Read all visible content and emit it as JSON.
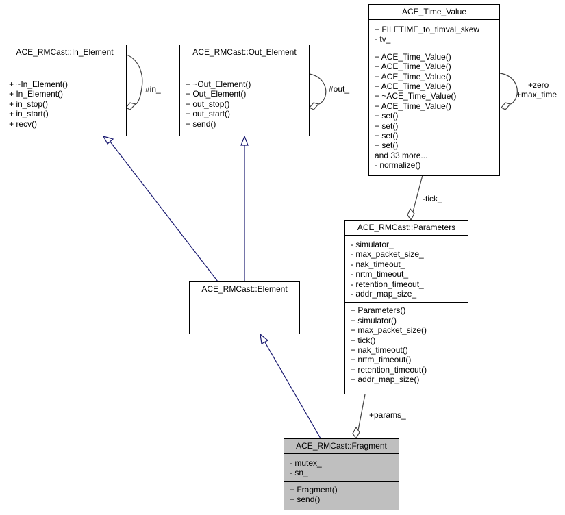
{
  "classes": {
    "in_element": {
      "name": "ACE_RMCast::In_Element",
      "attributes": [],
      "methods": [
        "+ ~In_Element()",
        "+ In_Element()",
        "+ in_stop()",
        "+ in_start()",
        "+ recv()"
      ]
    },
    "out_element": {
      "name": "ACE_RMCast::Out_Element",
      "attributes": [],
      "methods": [
        "+ ~Out_Element()",
        "+ Out_Element()",
        "+ out_stop()",
        "+ out_start()",
        "+ send()"
      ]
    },
    "time_value": {
      "name": "ACE_Time_Value",
      "attributes": [
        "+ FILETIME_to_timval_skew",
        "- tv_"
      ],
      "methods": [
        "+ ACE_Time_Value()",
        "+ ACE_Time_Value()",
        "+ ACE_Time_Value()",
        "+ ACE_Time_Value()",
        "+ ~ACE_Time_Value()",
        "+ ACE_Time_Value()",
        "+ set()",
        "+ set()",
        "+ set()",
        "+ set()",
        "and 33 more...",
        "- normalize()"
      ]
    },
    "parameters": {
      "name": "ACE_RMCast::Parameters",
      "attributes": [
        "- simulator_",
        "- max_packet_size_",
        "- nak_timeout_",
        "- nrtm_timeout_",
        "- retention_timeout_",
        "- addr_map_size_"
      ],
      "methods": [
        "+ Parameters()",
        "+ simulator()",
        "+ max_packet_size()",
        "+ tick()",
        "+ nak_timeout()",
        "+ nrtm_timeout()",
        "+ retention_timeout()",
        "+ addr_map_size()"
      ]
    },
    "element": {
      "name": "ACE_RMCast::Element",
      "attributes": [],
      "methods": []
    },
    "fragment": {
      "name": "ACE_RMCast::Fragment",
      "attributes": [
        "- mutex_",
        "- sn_"
      ],
      "methods": [
        "+ Fragment()",
        "+ send()"
      ]
    }
  },
  "edge_labels": {
    "in_self": "#in_",
    "out_self": "#out_",
    "time_self_1": "+zero",
    "time_self_2": "+max_time",
    "tick": "-tick_",
    "params": "+params_"
  },
  "colors": {
    "inheritance": "#191970",
    "association": "#404040",
    "highlight_fill": "#bfbfbf"
  }
}
